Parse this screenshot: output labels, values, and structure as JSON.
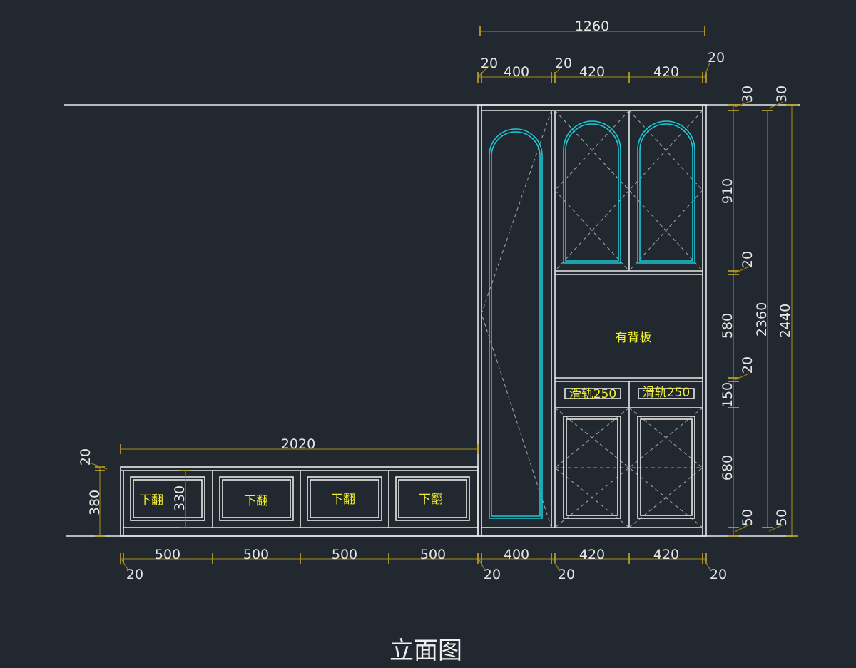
{
  "title": "立面图",
  "labels": {
    "flip_down": "下翻",
    "back_panel": "有背板",
    "slide_rail": "滑轨250"
  },
  "dimensions": {
    "top_total": "1260",
    "top_segments": [
      "20",
      "400",
      "20",
      "420",
      "420",
      "20"
    ],
    "bottom_segments": [
      "500",
      "500",
      "500",
      "500",
      "400",
      "420",
      "420"
    ],
    "bottom_small": [
      "20",
      "20",
      "20",
      "20"
    ],
    "bench_width": "2020",
    "bench_height": "380",
    "bench_top": "20",
    "drawer_height": "330",
    "right_vertical": [
      "30",
      "910",
      "20",
      "580",
      "20",
      "150",
      "680",
      "50"
    ],
    "right_total_inner": "2360",
    "right_total_outer": "2440",
    "right_outer_top": "30",
    "right_outer_bottom": "50"
  },
  "colors": {
    "background": "#212830",
    "line": "#e8e8e8",
    "cyan": "#1ec8d6",
    "dimension": "#8d7a1c",
    "annotation": "#f2ee30"
  }
}
